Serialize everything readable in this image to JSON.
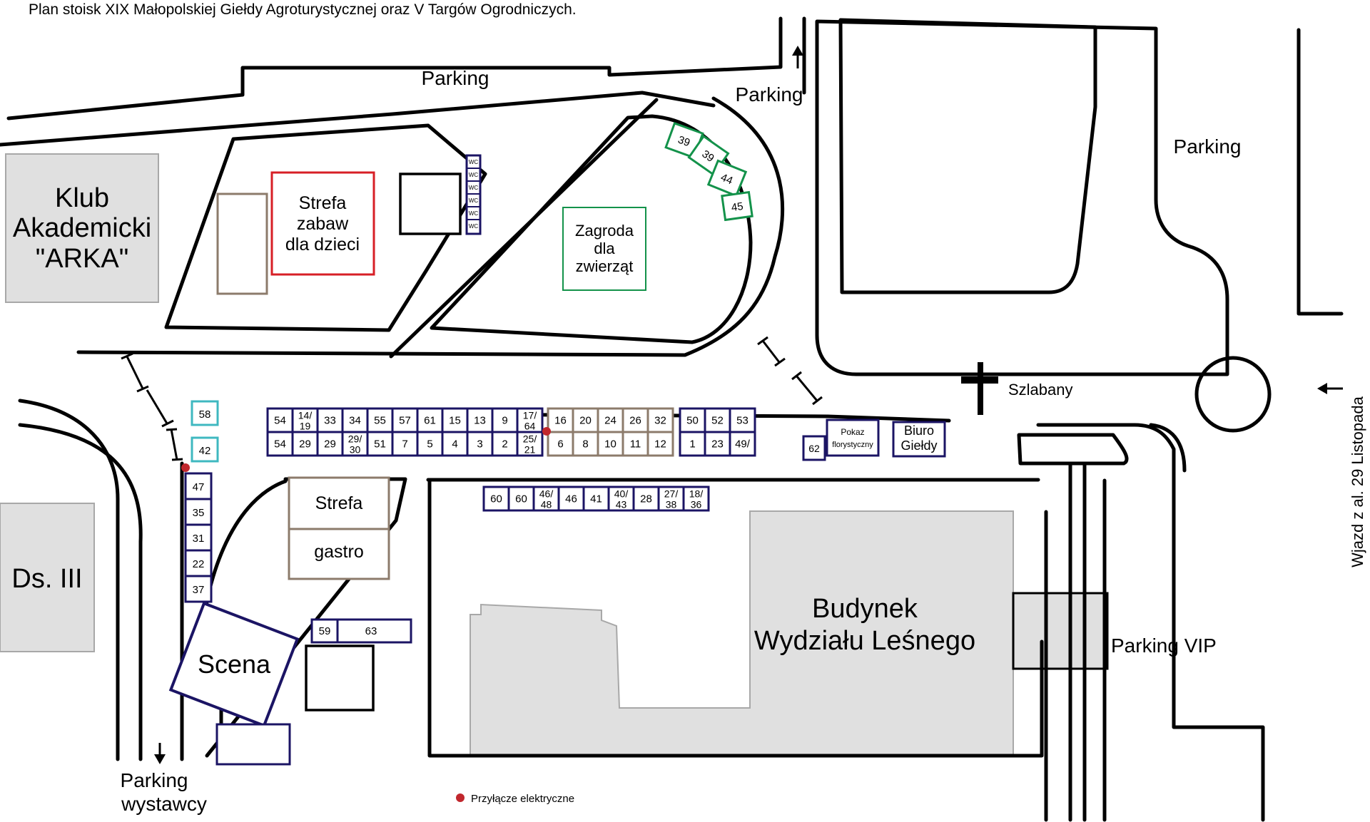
{
  "title": "Plan stoisk XIX Małopolskiej Giełdy Agroturystycznej oraz V Targów Ogrodniczych.",
  "labels": {
    "parking_top": "Parking",
    "parking_arrow": "Parking",
    "parking_right": "Parking",
    "parking_vip": "Parking VIP",
    "parking_exhibitors_1": "Parking",
    "parking_exhibitors_2": "wystawcy",
    "klub_1": "Klub",
    "klub_2": "Akademicki",
    "klub_3": "\"ARKA\"",
    "ds": "Ds. III",
    "strefa_zabaw_1": "Strefa",
    "strefa_zabaw_2": "zabaw",
    "strefa_zabaw_3": "dla dzieci",
    "zagroda_1": "Zagroda",
    "zagroda_2": "dla",
    "zagroda_3": "zwierząt",
    "strefa_gastro_1": "Strefa",
    "strefa_gastro_2": "gastro",
    "scena": "Scena",
    "budynek_1": "Budynek",
    "budynek_2": "Wydziału Leśnego",
    "szlabany": "Szlabany",
    "wjazd": "Wjazd z al. 29 Listopada",
    "pokaz_1": "Pokaz",
    "pokaz_2": "florystyczny",
    "biuro_1": "Biuro",
    "biuro_2": "Giełdy",
    "legend_electric": "Przyłącze elektryczne"
  },
  "wc": [
    "WC",
    "WC",
    "WC",
    "WC",
    "WC",
    "WC"
  ],
  "stands": {
    "green": [
      "39",
      "39",
      "44",
      "45"
    ],
    "teal": [
      "58",
      "42"
    ],
    "left_column": [
      "47",
      "35",
      "31",
      "22",
      "37"
    ],
    "row_top_navy": [
      "54",
      "14/\n19",
      "33",
      "34",
      "55",
      "57",
      "61",
      "15",
      "13",
      "9",
      "17/\n64"
    ],
    "row_bottom_navy": [
      "54",
      "29",
      "29",
      "29/\n30",
      "51",
      "7",
      "5",
      "4",
      "3",
      "2",
      "25/\n21"
    ],
    "row_top_brown": [
      "16",
      "20",
      "24",
      "26",
      "32"
    ],
    "row_bottom_brown": [
      "6",
      "8",
      "10",
      "11",
      "12"
    ],
    "row_top_right": [
      "50",
      "52",
      "53"
    ],
    "row_bottom_right": [
      "1",
      "23",
      "49/"
    ],
    "stand_62": "62",
    "row_lower": [
      "60",
      "60",
      "46/\n48",
      "46",
      "41",
      "40/\n43",
      "28",
      "27/\n38",
      "18/\n36"
    ],
    "stand_59": "59",
    "stand_63": "63"
  },
  "colors": {
    "navy": "#1b1464",
    "brown": "#8c7b6b",
    "green": "#13924a",
    "teal": "#3fb8c0",
    "red": "#d71f26",
    "gray_fill": "#e0e0e0",
    "electric_dot": "#c1272d"
  }
}
